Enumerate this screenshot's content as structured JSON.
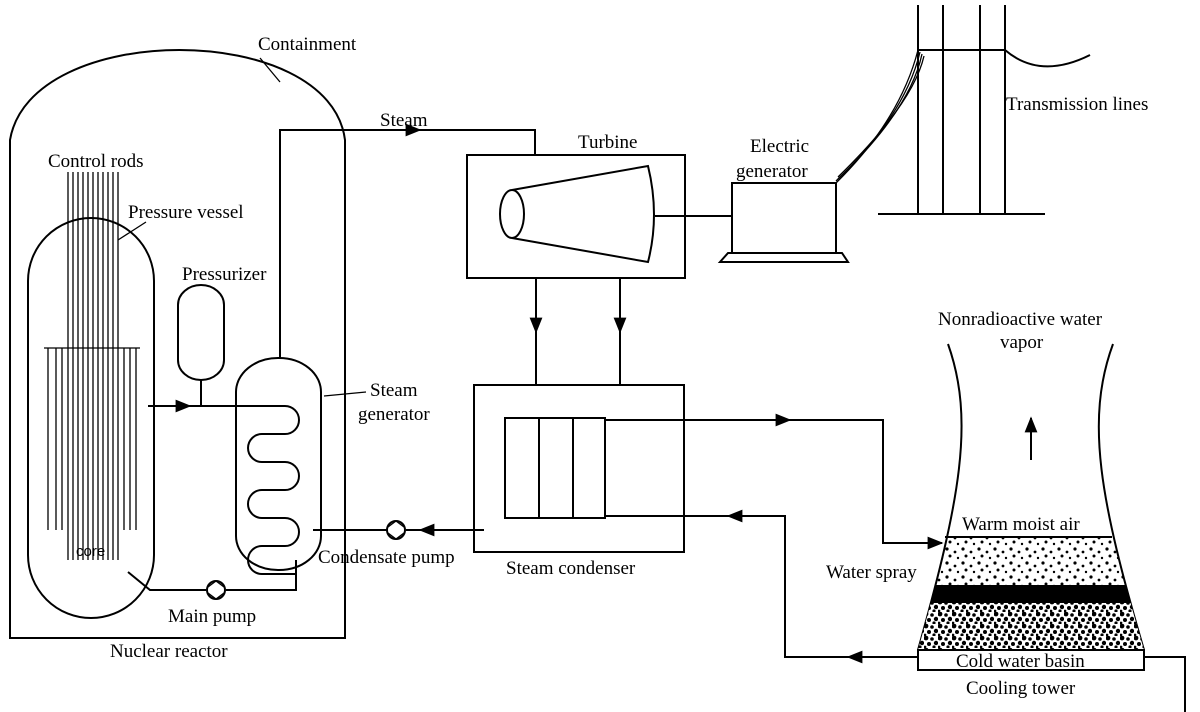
{
  "diagram": {
    "labels": {
      "containment": "Containment",
      "steam": "Steam",
      "turbine": "Turbine",
      "electric_generator_line1": "Electric",
      "electric_generator_line2": "generator",
      "transmission_lines": "Transmission lines",
      "control_rods": "Control rods",
      "pressure_vessel": "Pressure vessel",
      "pressurizer": "Pressurizer",
      "steam_generator_line1": "Steam",
      "steam_generator_line2": "generator",
      "core": "core",
      "condensate_pump": "Condensate pump",
      "steam_condenser": "Steam condenser",
      "main_pump": "Main pump",
      "nuclear_reactor": "Nuclear reactor",
      "vapor_line1": "Nonradioactive water",
      "vapor_line2": "vapor",
      "warm_moist_air": "Warm moist air",
      "water_spray": "Water spray",
      "cold_water_basin": "Cold water basin",
      "cooling_tower": "Cooling tower"
    },
    "colors": {
      "line": "#000000",
      "background": "#ffffff"
    }
  }
}
